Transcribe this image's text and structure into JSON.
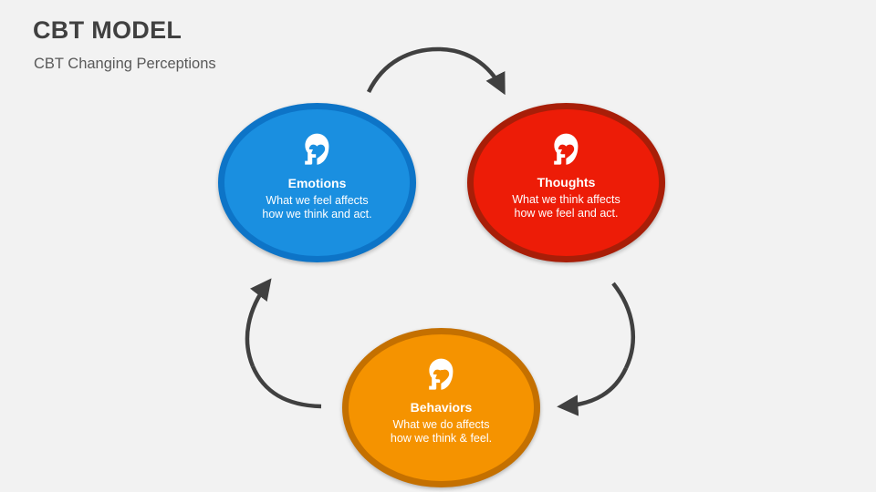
{
  "slide": {
    "title": "CBT MODEL",
    "subtitle": "CBT Changing Perceptions",
    "background_color": "#f2f2f2"
  },
  "diagram": {
    "type": "cycle",
    "arrow_color": "#404040",
    "nodes": [
      {
        "id": "emotions",
        "label": "Emotions",
        "description_line1": "What we feel affects",
        "description_line2": "how we think and act.",
        "icon": "head-heart-icon",
        "fill_color": "#1a8fe0",
        "border_color": "#0d74c7"
      },
      {
        "id": "thoughts",
        "label": "Thoughts",
        "description_line1": "What we think affects",
        "description_line2": "how we feel and act.",
        "icon": "head-question-icon",
        "fill_color": "#ed1c07",
        "border_color": "#a81e08"
      },
      {
        "id": "behaviors",
        "label": "Behaviors",
        "description_line1": "What we do affects",
        "description_line2": "how we think & feel.",
        "icon": "head-spiral-icon",
        "fill_color": "#f59300",
        "border_color": "#c47000"
      }
    ]
  }
}
